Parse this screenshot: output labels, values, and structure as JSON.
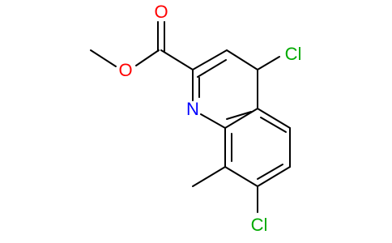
{
  "molecule": {
    "atoms": {
      "carbonyl_oxygen": {
        "symbol": "O",
        "color": "#ff0000"
      },
      "ester_oxygen": {
        "symbol": "O",
        "color": "#ff0000"
      },
      "ring_nitrogen": {
        "symbol": "N",
        "color": "#0000ff"
      },
      "chlorine_c4": {
        "symbol": "Cl",
        "color": "#00aa00"
      },
      "chlorine_c7": {
        "symbol": "Cl",
        "color": "#00aa00"
      }
    }
  }
}
